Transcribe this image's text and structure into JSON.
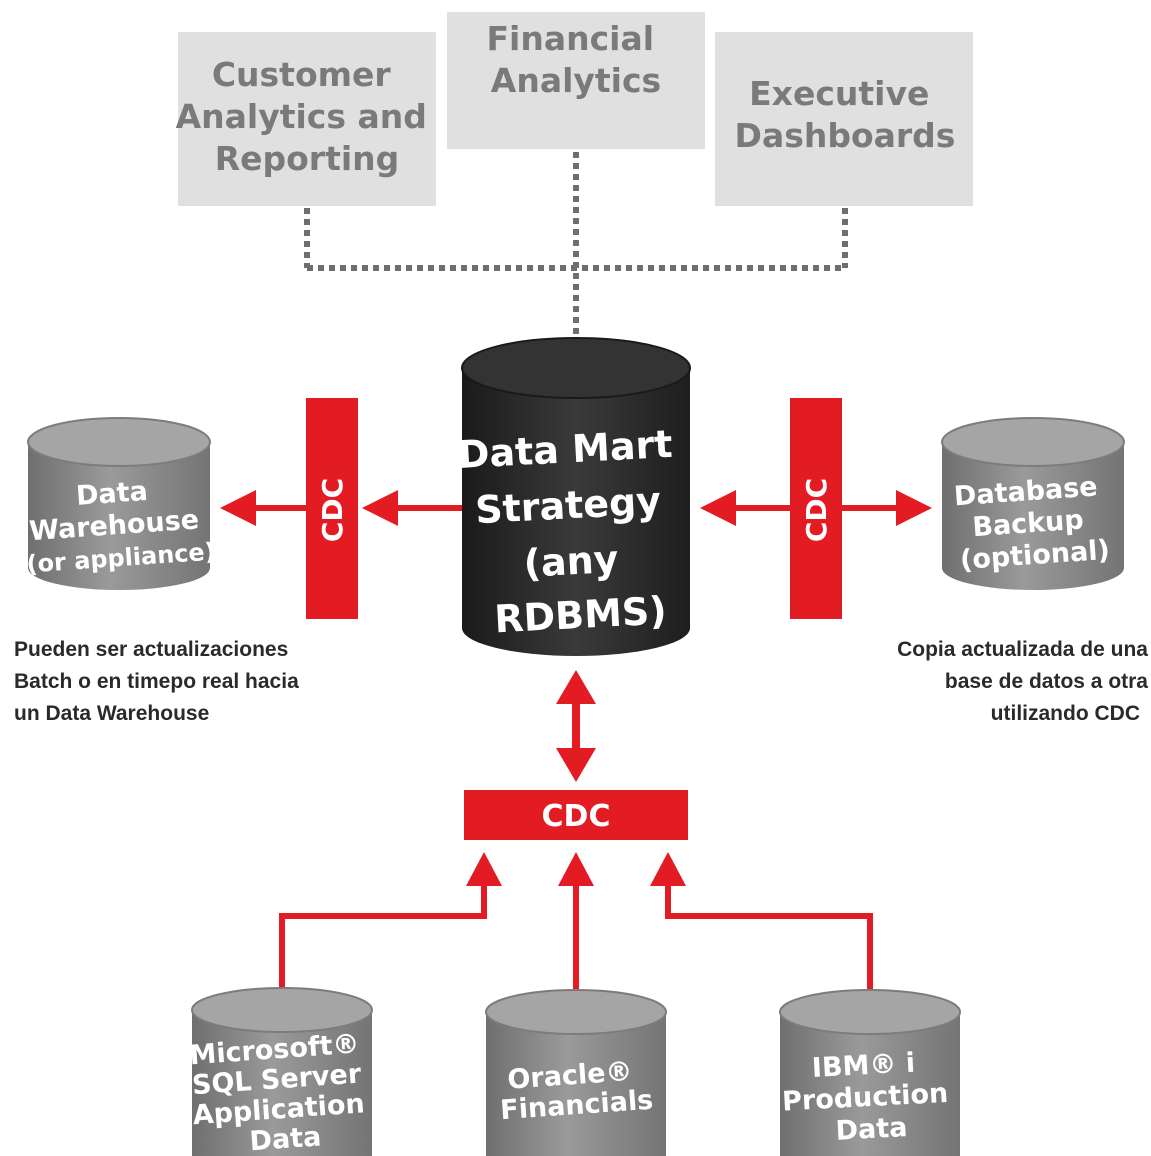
{
  "colors": {
    "accent": "#e31b23",
    "box_fill": "#e0e0e0",
    "box_text": "#7a7a7a",
    "cylinder_gray": "#8a8a8a",
    "cylinder_dark": "#2b2b2b",
    "connector_dotted": "#6e6e6e"
  },
  "top_boxes": [
    {
      "lines": [
        "Customer",
        "Analytics and",
        "Reporting"
      ]
    },
    {
      "lines": [
        "Financial",
        "Analytics"
      ]
    },
    {
      "lines": [
        "Executive",
        "Dashboards"
      ]
    }
  ],
  "center_db": {
    "lines": [
      "Data Mart",
      "Strategy",
      "(any",
      "RDBMS)"
    ]
  },
  "left_db": {
    "lines": [
      "Data",
      "Warehouse",
      "(or appliance)"
    ]
  },
  "right_db": {
    "lines": [
      "Database",
      "Backup",
      "(optional)"
    ]
  },
  "cdc_label": "CDC",
  "left_note": {
    "lines": [
      "Pueden ser actualizaciones",
      "Batch o en timepo real hacia",
      "un Data Warehouse"
    ]
  },
  "right_note": {
    "lines": [
      "Copia actualizada de una",
      "base de datos a otra",
      "utilizando CDC"
    ]
  },
  "sources": [
    {
      "lines": [
        "Microsoft®",
        "SQL Server",
        "Application",
        "Data"
      ]
    },
    {
      "lines": [
        "Oracle®",
        "Financials"
      ]
    },
    {
      "lines": [
        "IBM® i",
        "Production",
        "Data"
      ]
    }
  ]
}
